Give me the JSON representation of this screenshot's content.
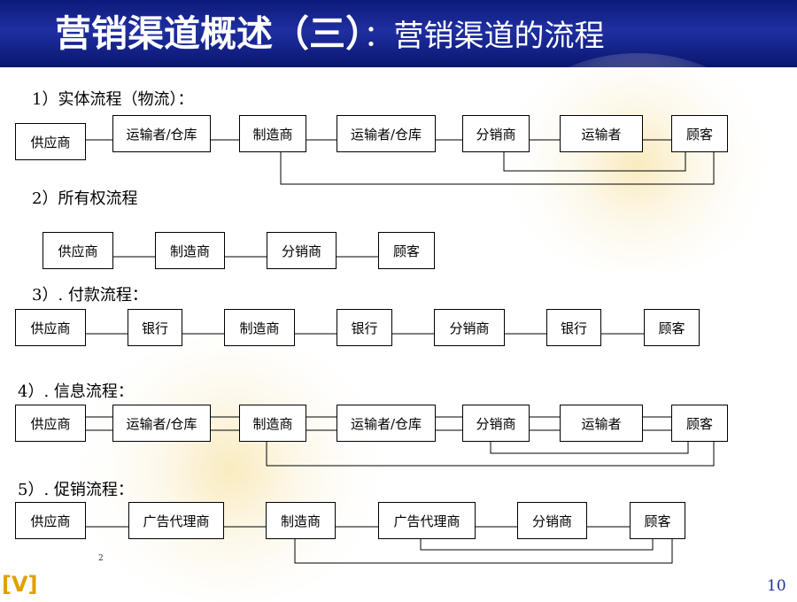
{
  "title": {
    "main": "营销渠道概述（三）",
    "sub": "：营销渠道的流程"
  },
  "sections": {
    "physical": {
      "label": "1）实体流程（物流）：",
      "boxes": [
        "供应商",
        "运输者/仓库",
        "制造商",
        "运输者/仓库",
        "分销商",
        "运输者",
        "顾客"
      ]
    },
    "ownership": {
      "label": "2）所有权流程",
      "boxes": [
        "供应商",
        "制造商",
        "分销商",
        "顾客"
      ]
    },
    "payment": {
      "label": "3）. 付款流程：",
      "boxes": [
        "供应商",
        "银行",
        "制造商",
        "银行",
        "分销商",
        "银行",
        "顾客"
      ]
    },
    "information": {
      "label": "4）. 信息流程：",
      "boxes": [
        "供应商",
        "运输者/仓库",
        "制造商",
        "运输者/仓库",
        "分销商",
        "运输者",
        "顾客"
      ]
    },
    "promotion": {
      "label": "5）. 促销流程：",
      "boxes": [
        "供应商",
        "广告代理商",
        "制造商",
        "广告代理商",
        "分销商",
        "顾客"
      ]
    }
  },
  "footer": {
    "tiny_mark": "2",
    "logo": "[V]",
    "page_number": "10"
  }
}
